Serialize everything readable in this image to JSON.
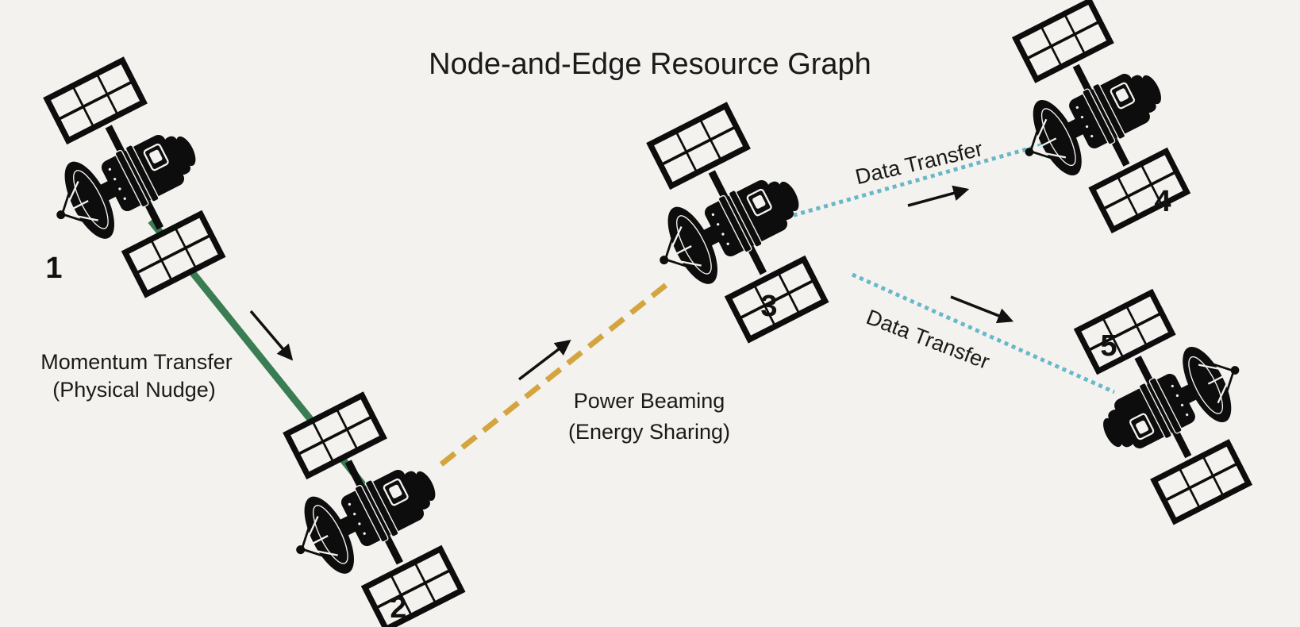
{
  "title": "Node-and-Edge Resource Graph",
  "colors": {
    "background": "#f3f2ee",
    "momentum": "#3a7d52",
    "power": "#d4a53f",
    "data": "#6ab7c9",
    "satellite": "#0d0d0d"
  },
  "nodes": [
    {
      "id": "1",
      "label": "1"
    },
    {
      "id": "2",
      "label": "2"
    },
    {
      "id": "3",
      "label": "3"
    },
    {
      "id": "4",
      "label": "4"
    },
    {
      "id": "5",
      "label": "5"
    }
  ],
  "edges": [
    {
      "id": "momentum",
      "from": "1",
      "to": "2",
      "style": "solid",
      "line1": "Momentum Transfer",
      "line2": "(Physical Nudge)"
    },
    {
      "id": "power",
      "from": "2",
      "to": "3",
      "style": "dashed",
      "line1": "Power Beaming",
      "line2": "(Energy Sharing)"
    },
    {
      "id": "data-34",
      "from": "3",
      "to": "4",
      "style": "dotted",
      "line1": "Data Transfer"
    },
    {
      "id": "data-35",
      "from": "3",
      "to": "5",
      "style": "dotted",
      "line1": "Data Transfer"
    }
  ]
}
